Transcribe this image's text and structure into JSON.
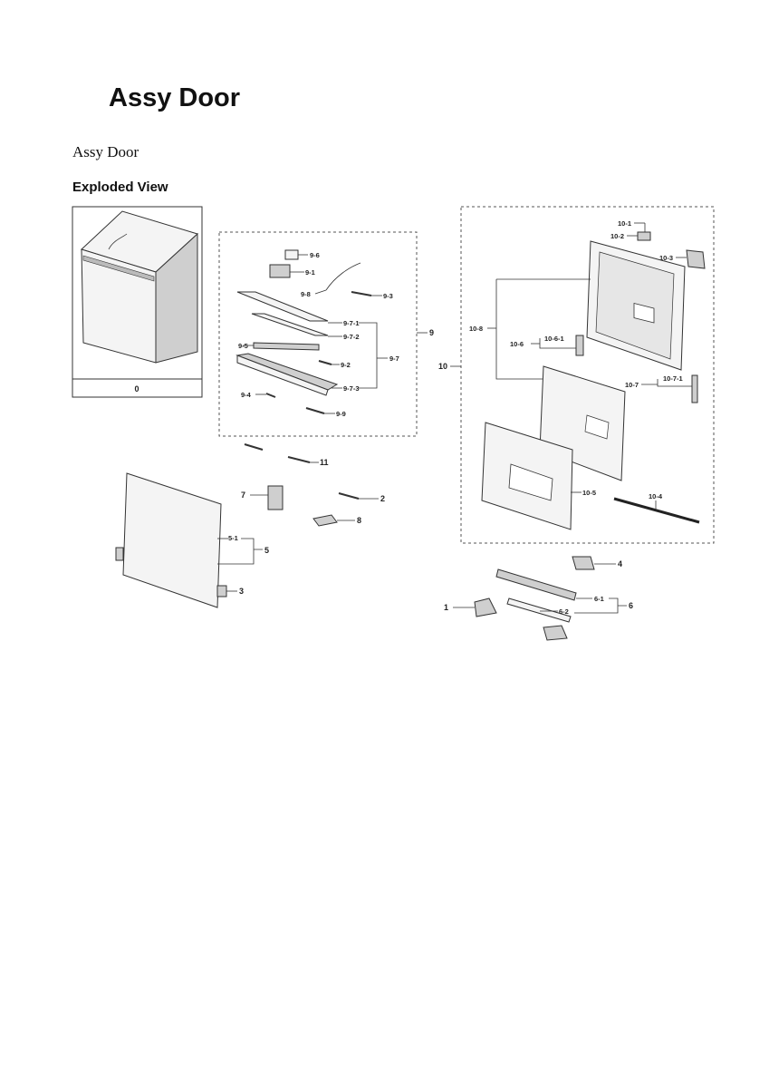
{
  "header": {
    "title": "Assy Door",
    "subtitle": "Assy Door",
    "section": "Exploded View"
  },
  "overview": {
    "label": "0"
  },
  "callouts": {
    "c96": "9-6",
    "c91": "9-1",
    "c98": "9-8",
    "c93": "9-3",
    "c971": "9-7-1",
    "c972": "9-7-2",
    "c95": "9-5",
    "c92": "9-2",
    "c97": "9-7",
    "c973": "9-7-3",
    "c94": "9-4",
    "c99": "9-9",
    "c9": "9",
    "c101": "10-1",
    "c102": "10-2",
    "c103": "10-3",
    "c108": "10-8",
    "c1061": "10-6-1",
    "c106": "10-6",
    "c10": "10",
    "c1071": "10-7-1",
    "c107": "10-7",
    "c105": "10-5",
    "c104": "10-4",
    "c11": "11",
    "c7": "7",
    "c2": "2",
    "c8": "8",
    "c51": "5-1",
    "c5": "5",
    "c3": "3",
    "c4": "4",
    "c1": "1",
    "c61": "6-1",
    "c6": "6",
    "c62": "6-2"
  }
}
